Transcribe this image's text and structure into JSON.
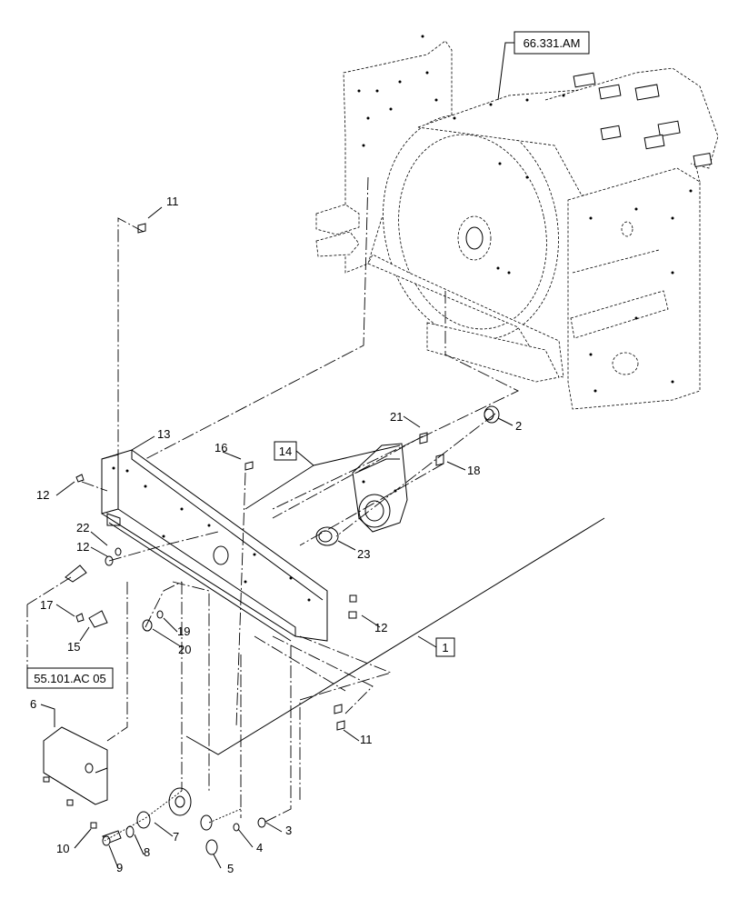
{
  "diagram": {
    "ref_labels": {
      "top_right": "66.331.AM",
      "left": "55.101.AC 05"
    },
    "boxed_callouts": {
      "item_14": "14",
      "item_1": "1"
    },
    "callouts": {
      "n11_top": "11",
      "n11_bottom": "11",
      "n13": "13",
      "n16": "16",
      "n12_a": "12",
      "n12_b": "12",
      "n12_c": "12",
      "n22": "22",
      "n21": "21",
      "n2": "2",
      "n18": "18",
      "n23": "23",
      "n17": "17",
      "n15": "15",
      "n19": "19",
      "n20": "20",
      "n6": "6",
      "n10": "10",
      "n9": "9",
      "n8": "8",
      "n7": "7",
      "n5": "5",
      "n4": "4",
      "n3": "3"
    }
  }
}
